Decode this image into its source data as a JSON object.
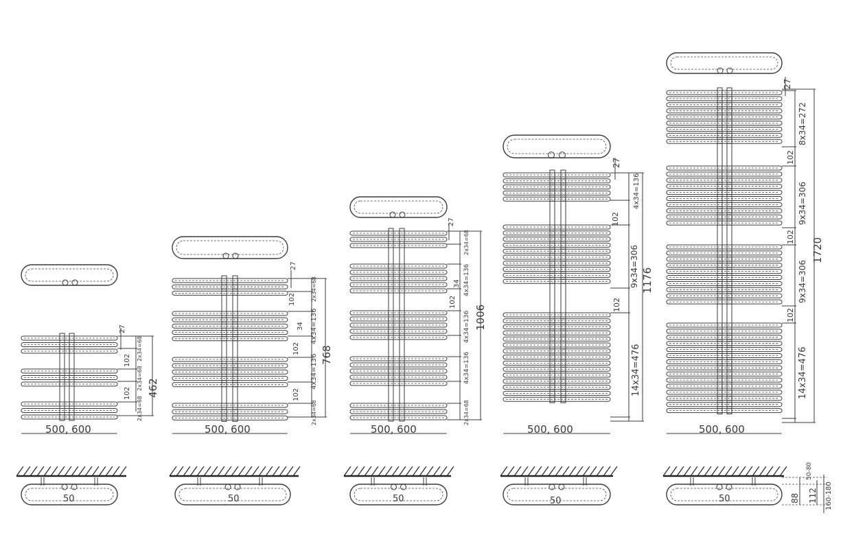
{
  "radiators": [
    {
      "id": "r462",
      "height_label": "462",
      "width_label": "500, 600",
      "dims": [
        {
          "label": "27"
        },
        {
          "label": "2x34=68"
        },
        {
          "label": "102"
        },
        {
          "label": "2x34=68"
        },
        {
          "label": "102"
        },
        {
          "label": "2x34=68"
        }
      ],
      "wall_label": "50"
    },
    {
      "id": "r768",
      "height_label": "768",
      "width_label": "500, 600",
      "dims": [
        {
          "label": "27"
        },
        {
          "label": "2x34=68"
        },
        {
          "label": "102"
        },
        {
          "label": "34"
        },
        {
          "label": "4x34=136"
        },
        {
          "label": "102"
        },
        {
          "label": "4x34=136"
        },
        {
          "label": "102"
        },
        {
          "label": "2x34=68"
        }
      ],
      "wall_label": "50"
    },
    {
      "id": "r1006",
      "height_label": "1006",
      "width_label": "500, 600",
      "dims": [
        {
          "label": "27"
        },
        {
          "label": "2x34=68"
        },
        {
          "label": "4x34=136"
        },
        {
          "label": "34"
        },
        {
          "label": "102"
        },
        {
          "label": "4x34=136"
        },
        {
          "label": "4x34=136"
        },
        {
          "label": "2x34=68"
        }
      ],
      "wall_label": "50"
    },
    {
      "id": "r1176",
      "height_label": "1176",
      "width_label": "500, 600",
      "dims": [
        {
          "label": "27"
        },
        {
          "label": "4x34=136"
        },
        {
          "label": "102"
        },
        {
          "label": "9x34=306"
        },
        {
          "label": "102"
        },
        {
          "label": "14x34=476"
        }
      ],
      "wall_label": "50"
    },
    {
      "id": "r1720",
      "height_label": "1720",
      "width_label": "500, 600",
      "dims": [
        {
          "label": "27"
        },
        {
          "label": "8x34=272"
        },
        {
          "label": "102"
        },
        {
          "label": "9x34=306"
        },
        {
          "label": "102"
        },
        {
          "label": "9x34=306"
        },
        {
          "label": "102"
        },
        {
          "label": "14x34=476"
        }
      ],
      "wall_label": "50",
      "install_dims": [
        {
          "label": "50-80"
        },
        {
          "label": "88"
        },
        {
          "label": "112"
        },
        {
          "label": "160-180"
        }
      ]
    }
  ]
}
